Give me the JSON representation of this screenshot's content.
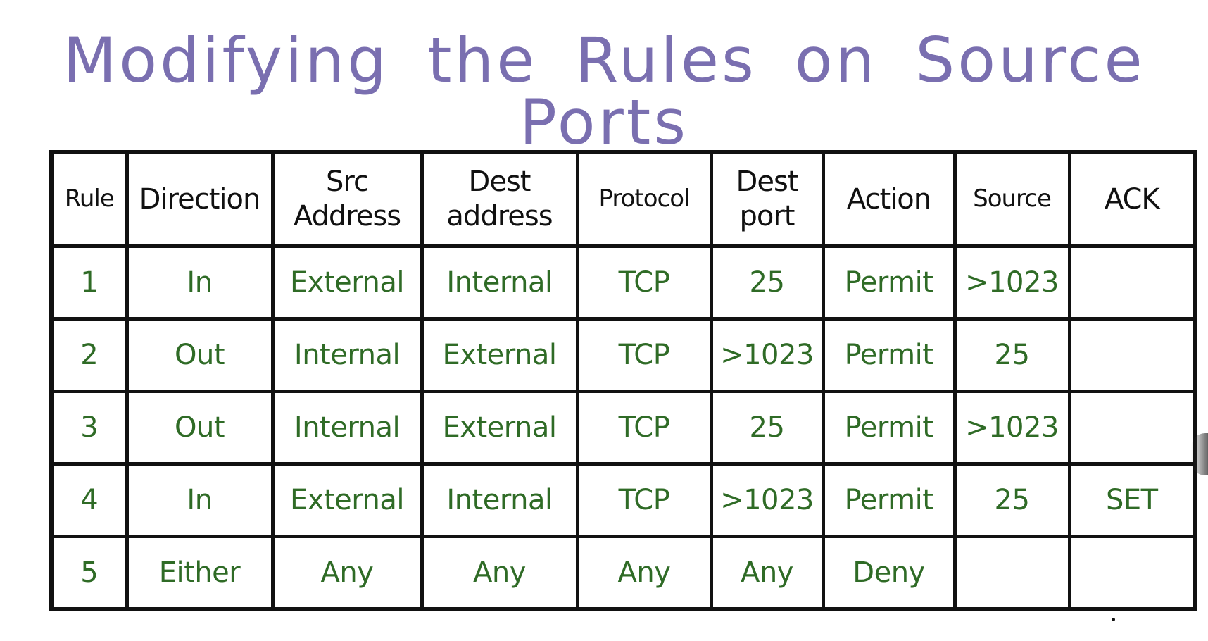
{
  "title": "Modifying the Rules on Source Ports",
  "table": {
    "headers": [
      [
        "Rule"
      ],
      [
        "Direction"
      ],
      [
        "Src",
        "Address"
      ],
      [
        "Dest",
        "address"
      ],
      [
        "Protocol"
      ],
      [
        "Dest",
        "port"
      ],
      [
        "Action"
      ],
      [
        "Source"
      ],
      [
        "ACK"
      ]
    ],
    "rows": [
      [
        "1",
        "In",
        "External",
        "Internal",
        "TCP",
        "25",
        "Permit",
        ">1023",
        ""
      ],
      [
        "2",
        "Out",
        "Internal",
        "External",
        "TCP",
        ">1023",
        "Permit",
        "25",
        ""
      ],
      [
        "3",
        "Out",
        "Internal",
        "External",
        "TCP",
        "25",
        "Permit",
        ">1023",
        ""
      ],
      [
        "4",
        "In",
        "External",
        "Internal",
        "TCP",
        ">1023",
        "Permit",
        "25",
        "SET"
      ],
      [
        "5",
        "Either",
        "Any",
        "Any",
        "Any",
        "Any",
        "Deny",
        "",
        ""
      ]
    ]
  },
  "colors": {
    "title": "#7a6fb0",
    "header_text": "#111111",
    "cell_text": "#2f6b26",
    "grid": "#111111"
  }
}
